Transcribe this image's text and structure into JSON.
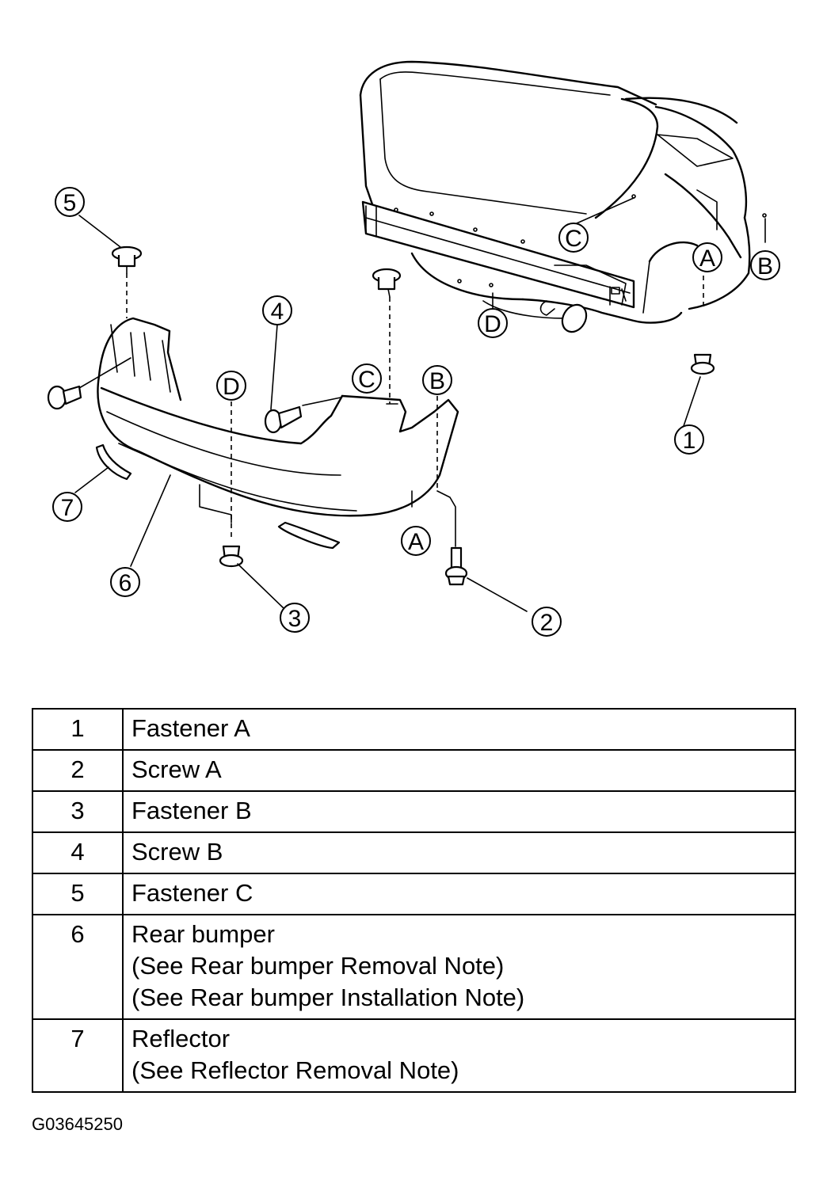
{
  "figure_id": "G03645250",
  "callouts": {
    "numbers": [
      "1",
      "2",
      "3",
      "4",
      "5",
      "6",
      "7"
    ],
    "letters": {
      "A": "A",
      "B": "B",
      "C": "C",
      "D": "D"
    }
  },
  "legend": [
    {
      "num": "1",
      "lines": [
        "Fastener A"
      ]
    },
    {
      "num": "2",
      "lines": [
        "Screw A"
      ]
    },
    {
      "num": "3",
      "lines": [
        "Fastener B"
      ]
    },
    {
      "num": "4",
      "lines": [
        "Screw B"
      ]
    },
    {
      "num": "5",
      "lines": [
        "Fastener C"
      ]
    },
    {
      "num": "6",
      "lines": [
        "Rear bumper",
        "(See Rear bumper Removal Note)",
        "(See Rear bumper Installation Note)"
      ]
    },
    {
      "num": "7",
      "lines": [
        "Reflector",
        "(See Reflector Removal Note)"
      ]
    }
  ]
}
